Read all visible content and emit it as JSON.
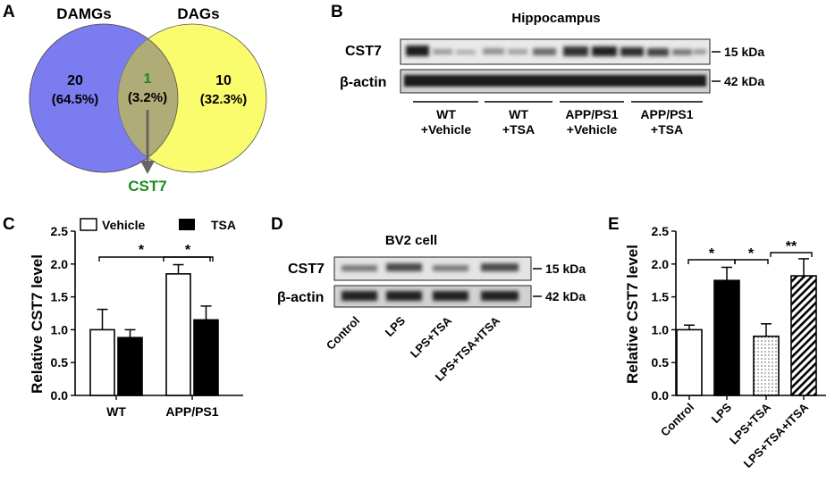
{
  "panels": {
    "A": {
      "label": "A",
      "left_set": "DAMGs",
      "right_set": "DAGs",
      "left_count": "20",
      "left_pct": "(64.5%)",
      "overlap_count": "1",
      "overlap_pct": "(3.2%)",
      "right_count": "10",
      "right_pct": "(32.3%)",
      "gene": "CST7",
      "colors": {
        "left": "#7b7cf0",
        "right": "#fbfb6e",
        "overlap": "#b0ac78",
        "gene": "#1c8c1c"
      }
    },
    "B": {
      "label": "B",
      "title": "Hippocampus",
      "row1": "CST7",
      "row2": "β-actin",
      "size1": "15 kDa",
      "size2": "42 kDa",
      "groups": [
        {
          "l1": "WT",
          "l2": "+Vehicle"
        },
        {
          "l1": "WT",
          "l2": "+TSA"
        },
        {
          "l1": "APP/PS1",
          "l2": "+Vehicle"
        },
        {
          "l1": "APP/PS1",
          "l2": "+TSA"
        }
      ]
    },
    "C": {
      "label": "C",
      "legend_vehicle": "Vehicle",
      "legend_tsa": "TSA",
      "star1": "*",
      "star2": "*"
    },
    "D": {
      "label": "D",
      "title": "BV2 cell",
      "row1": "CST7",
      "row2": "β-actin",
      "size1": "15 kDa",
      "size2": "42 kDa",
      "lanes": [
        "Control",
        "LPS",
        "LPS+TSA",
        "LPS+TSA+ITSA"
      ]
    },
    "E": {
      "label": "E",
      "star1": "*",
      "star2": "*",
      "star3": "**"
    }
  },
  "chart_data": [
    {
      "id": "C",
      "type": "bar",
      "categories": [
        "WT",
        "APP/PS1"
      ],
      "series": [
        {
          "name": "Vehicle",
          "values": [
            1.0,
            1.85
          ],
          "errors": [
            0.31,
            0.14
          ],
          "fill": "#ffffff"
        },
        {
          "name": "TSA",
          "values": [
            0.88,
            1.15
          ],
          "errors": [
            0.12,
            0.21
          ],
          "fill": "#000000"
        }
      ],
      "ylabel": "Relative CST7 level",
      "ylim": [
        0,
        2.5
      ],
      "yticks": [
        "0.0",
        "0.5",
        "1.0",
        "1.5",
        "2.0",
        "2.5"
      ]
    },
    {
      "id": "E",
      "type": "bar",
      "categories": [
        "Control",
        "LPS",
        "LPS+TSA",
        "LPS+TSA+ITSA"
      ],
      "values": [
        1.0,
        1.75,
        0.9,
        1.82
      ],
      "errors": [
        0.07,
        0.2,
        0.19,
        0.26
      ],
      "fills": [
        "white",
        "black",
        "dots",
        "hatch"
      ],
      "ylabel": "Relative CST7 level",
      "ylim": [
        0,
        2.5
      ],
      "yticks": [
        "0.0",
        "0.5",
        "1.0",
        "1.5",
        "2.0",
        "2.5"
      ]
    }
  ]
}
